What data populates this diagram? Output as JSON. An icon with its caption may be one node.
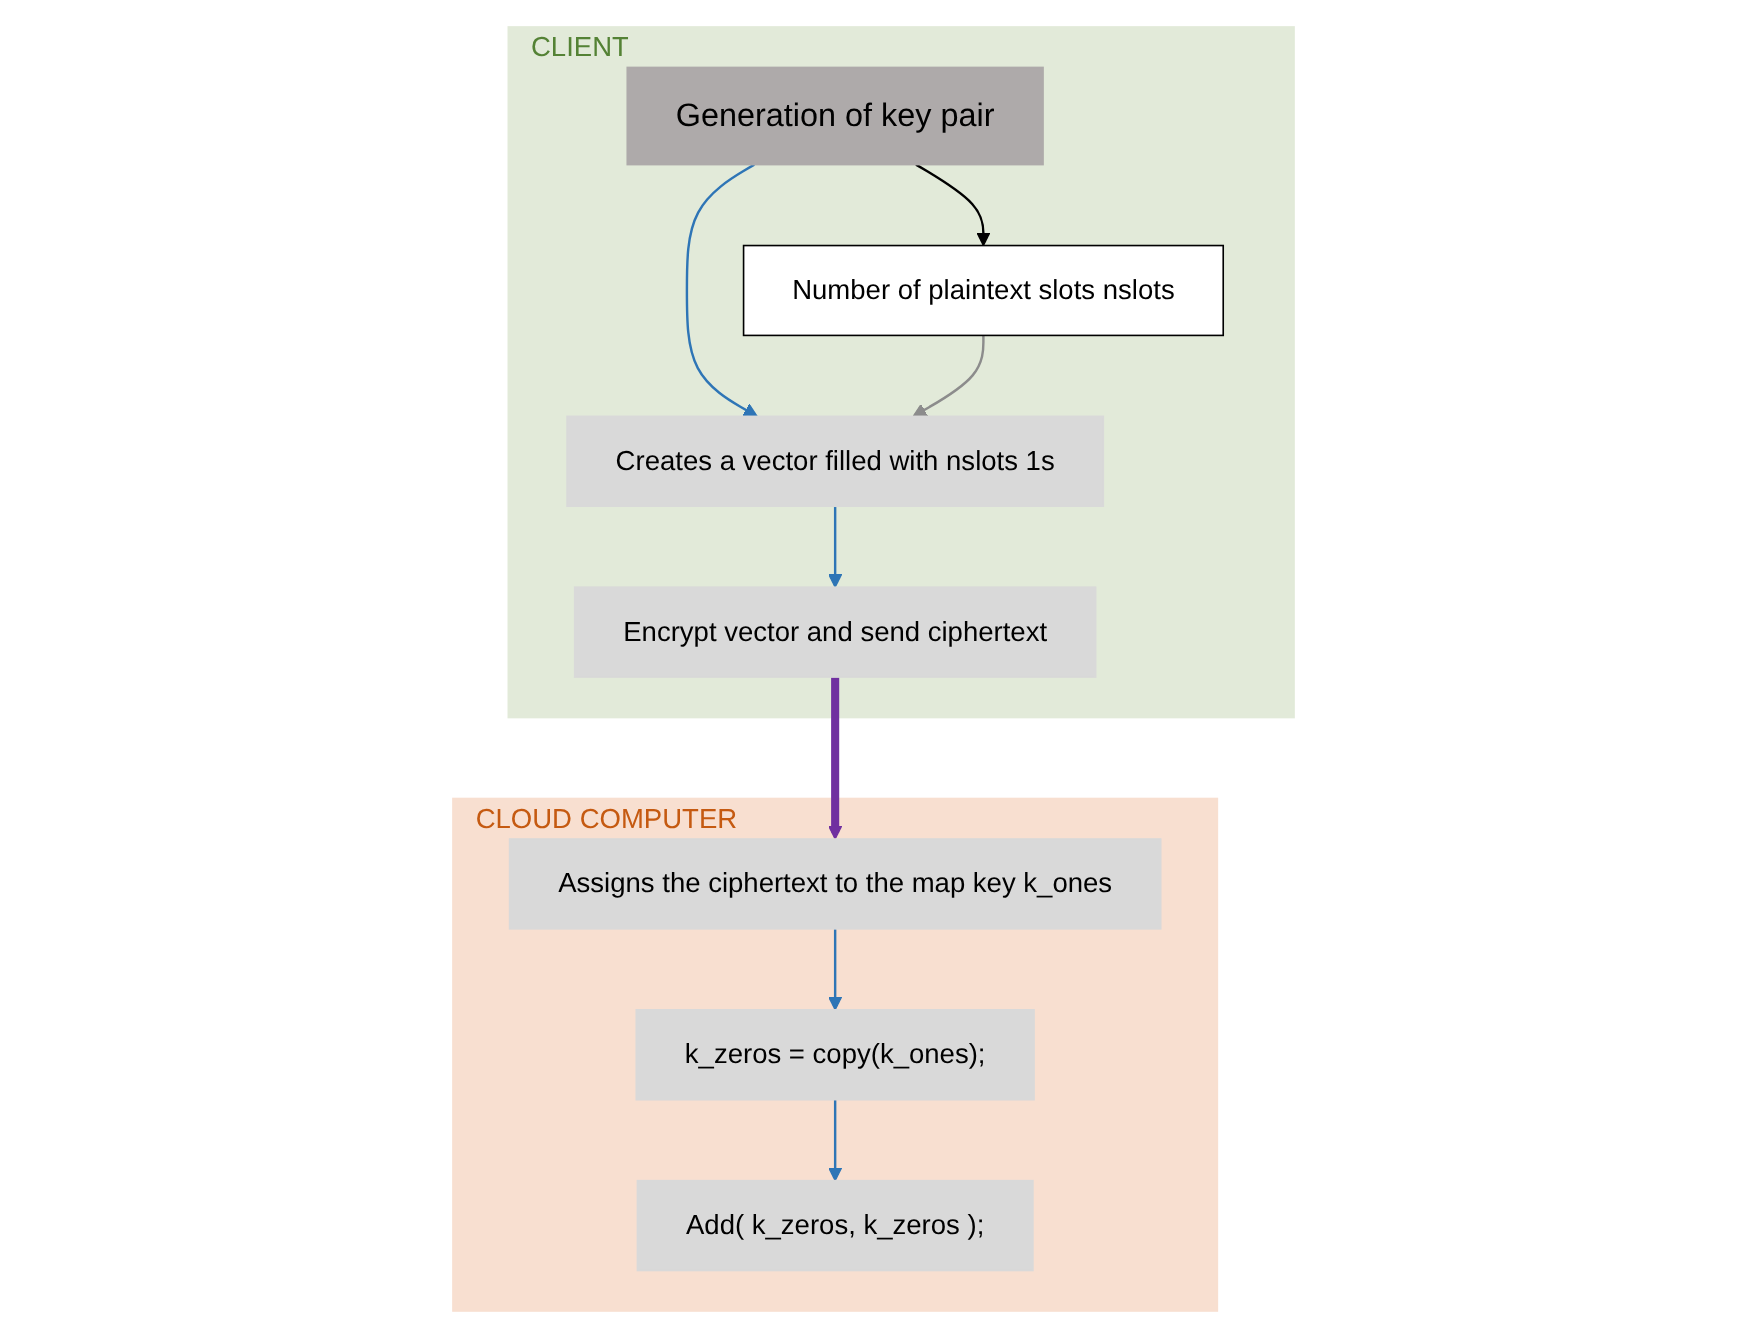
{
  "diagram": {
    "nodes": [
      {
        "text": [
          "CLIENT"
        ]
      },
      {
        "text": [
          "Generation of key pair"
        ],
        "in": 0
      },
      {
        "text": [
          "Number of plaintext slots nslots"
        ],
        "in": 0
      },
      {
        "text": [
          "Creates a vector filled with nslots 1s"
        ],
        "in": 0
      },
      {
        "text": [
          "Encrypt vector and send ciphertext"
        ],
        "in": 0
      },
      {
        "text": [
          "CLOUD COMPUTER"
        ]
      },
      {
        "text": [
          "Assigns the ciphertext to the map key k_ones"
        ],
        "in": 5
      },
      {
        "text": [
          "k_zeros = copy(k_ones);"
        ],
        "in": 5
      },
      {
        "text": [
          "Add( k_zeros, k_zeros );"
        ],
        "in": 5
      }
    ],
    "edges": [
      {
        "from": 1,
        "to": 2,
        "arrow": "to",
        "color": "#000000"
      },
      {
        "from": 1,
        "to": 3,
        "arrow": "to"
      },
      {
        "from": 2,
        "to": 3,
        "arrow": "to",
        "color": "#8c8c8c"
      },
      {
        "from": 3,
        "to": 4,
        "arrow": "to"
      },
      {
        "from": 4,
        "to": 6,
        "arrow": "to",
        "style": "thick",
        "color": "#7030a0"
      },
      {
        "from": 6,
        "to": 7,
        "arrow": "to"
      },
      {
        "from": 7,
        "to": 8,
        "arrow": "to"
      }
    ]
  }
}
